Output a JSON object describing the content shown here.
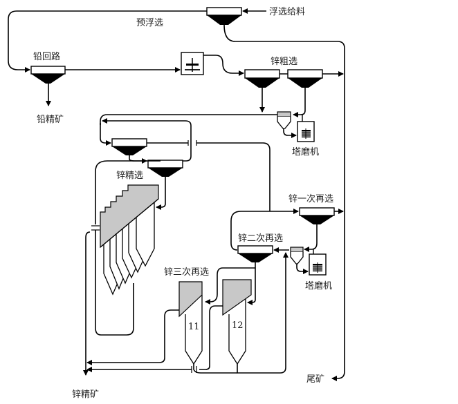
{
  "diagram": {
    "type": "flotation-flowsheet",
    "labels": {
      "feed": "浮选给料",
      "prefloat": "预浮选",
      "lead_circuit": "铅回路",
      "lead_concentrate": "铅精矿",
      "zinc_rougher": "锌粗选",
      "tower_mill_1": "塔磨机",
      "zinc_cleaner": "锌精选",
      "zinc_scavenger_1": "锌一次再选",
      "zinc_scavenger_2": "锌二次再选",
      "zinc_scavenger_3": "锌三次再选",
      "tower_mill_2": "塔磨机",
      "column_11": "11",
      "column_12": "12",
      "tailings": "尾矿",
      "zinc_concentrate": "锌精矿"
    },
    "colors": {
      "line": "#000000",
      "column_head": "#c8c8c8",
      "background": "#ffffff"
    }
  }
}
